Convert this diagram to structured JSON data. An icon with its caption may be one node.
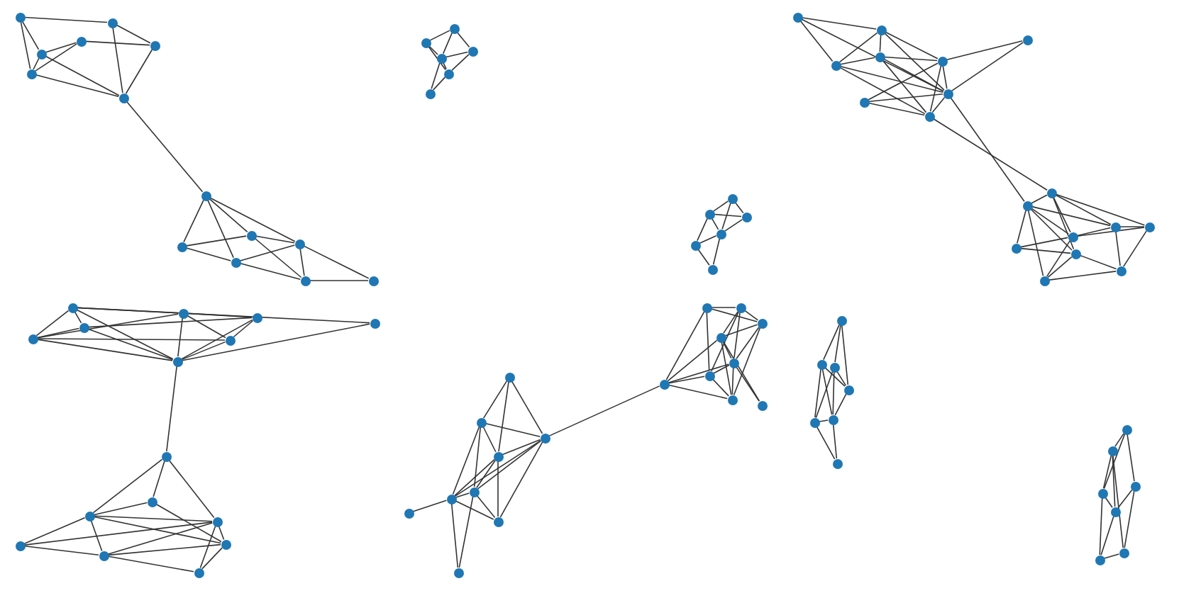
{
  "diagram": {
    "nodes": [
      {
        "text": [],
        "shape": "circle"
      },
      {
        "text": [],
        "shape": "circle"
      },
      {
        "text": [],
        "shape": "circle"
      },
      {
        "text": [],
        "shape": "circle"
      },
      {
        "text": [],
        "shape": "circle"
      },
      {
        "text": [],
        "shape": "circle"
      },
      {
        "text": [],
        "shape": "circle"
      },
      {
        "text": [],
        "shape": "circle"
      },
      {
        "text": [],
        "shape": "circle"
      },
      {
        "text": [],
        "shape": "circle"
      },
      {
        "text": [],
        "shape": "circle"
      },
      {
        "text": [],
        "shape": "circle"
      },
      {
        "text": [],
        "shape": "circle"
      },
      {
        "text": [],
        "shape": "circle"
      },
      {
        "text": [],
        "shape": "circle"
      },
      {
        "text": [],
        "shape": "circle"
      },
      {
        "text": [],
        "shape": "circle"
      },
      {
        "text": [],
        "shape": "circle"
      },
      {
        "text": [],
        "shape": "circle"
      },
      {
        "text": [],
        "shape": "circle"
      },
      {
        "text": [],
        "shape": "circle"
      },
      {
        "text": [],
        "shape": "circle"
      },
      {
        "text": [],
        "shape": "circle"
      },
      {
        "text": [],
        "shape": "circle"
      },
      {
        "text": [],
        "shape": "circle"
      },
      {
        "text": [],
        "shape": "circle"
      },
      {
        "text": [],
        "shape": "circle"
      },
      {
        "text": [],
        "shape": "circle"
      },
      {
        "text": [],
        "shape": "circle"
      },
      {
        "text": [],
        "shape": "circle"
      },
      {
        "text": [],
        "shape": "circle"
      },
      {
        "text": [],
        "shape": "circle"
      },
      {
        "text": [],
        "shape": "circle"
      },
      {
        "text": [],
        "shape": "circle"
      },
      {
        "text": [],
        "shape": "circle"
      },
      {
        "text": [],
        "shape": "circle"
      },
      {
        "text": [],
        "shape": "circle"
      },
      {
        "text": [],
        "shape": "circle"
      },
      {
        "text": [],
        "shape": "circle"
      },
      {
        "text": [],
        "shape": "circle"
      },
      {
        "text": [],
        "shape": "circle"
      },
      {
        "text": [],
        "shape": "circle"
      },
      {
        "text": [],
        "shape": "circle"
      },
      {
        "text": [],
        "shape": "circle"
      },
      {
        "text": [],
        "shape": "circle"
      },
      {
        "text": [],
        "shape": "circle"
      },
      {
        "text": [],
        "shape": "circle"
      },
      {
        "text": [],
        "shape": "circle"
      },
      {
        "text": [],
        "shape": "circle"
      },
      {
        "text": [],
        "shape": "circle"
      },
      {
        "text": [],
        "shape": "circle"
      },
      {
        "text": [],
        "shape": "circle"
      },
      {
        "text": [],
        "shape": "circle"
      },
      {
        "text": [],
        "shape": "circle"
      },
      {
        "text": [],
        "shape": "circle"
      },
      {
        "text": [],
        "shape": "circle"
      },
      {
        "text": [],
        "shape": "circle"
      },
      {
        "text": [],
        "shape": "circle"
      },
      {
        "text": [],
        "shape": "circle"
      },
      {
        "text": [],
        "shape": "circle"
      },
      {
        "text": [],
        "shape": "circle"
      },
      {
        "text": [],
        "shape": "circle"
      },
      {
        "text": [],
        "shape": "circle"
      },
      {
        "text": [],
        "shape": "circle"
      },
      {
        "text": [],
        "shape": "circle"
      },
      {
        "text": [],
        "shape": "circle"
      },
      {
        "text": [],
        "shape": "circle"
      },
      {
        "text": [],
        "shape": "circle"
      },
      {
        "text": [],
        "shape": "circle"
      },
      {
        "text": [],
        "shape": "circle"
      },
      {
        "text": [],
        "shape": "circle"
      },
      {
        "text": [],
        "shape": "circle"
      },
      {
        "text": [],
        "shape": "circle"
      },
      {
        "text": [],
        "shape": "circle"
      },
      {
        "text": [],
        "shape": "circle"
      },
      {
        "text": [],
        "shape": "circle"
      },
      {
        "text": [],
        "shape": "circle"
      },
      {
        "text": [],
        "shape": "circle"
      },
      {
        "text": [],
        "shape": "circle"
      },
      {
        "text": [],
        "shape": "circle"
      },
      {
        "text": [],
        "shape": "circle"
      },
      {
        "text": [],
        "shape": "circle"
      },
      {
        "text": [],
        "shape": "circle"
      },
      {
        "text": [],
        "shape": "circle"
      },
      {
        "text": [],
        "shape": "circle"
      },
      {
        "text": [],
        "shape": "circle"
      },
      {
        "text": [],
        "shape": "circle"
      },
      {
        "text": [],
        "shape": "circle"
      },
      {
        "text": [],
        "shape": "circle"
      },
      {
        "text": [],
        "shape": "circle"
      },
      {
        "text": [],
        "shape": "circle"
      },
      {
        "text": [],
        "shape": "circle"
      }
    ],
    "edges": [
      {
        "from": 0,
        "to": 1,
        "arrow": "none"
      },
      {
        "from": 0,
        "to": 3,
        "arrow": "none"
      },
      {
        "from": 0,
        "to": 5,
        "arrow": "none"
      },
      {
        "from": 1,
        "to": 4,
        "arrow": "none"
      },
      {
        "from": 1,
        "to": 6,
        "arrow": "none"
      },
      {
        "from": 2,
        "to": 4,
        "arrow": "none"
      },
      {
        "from": 2,
        "to": 3,
        "arrow": "none"
      },
      {
        "from": 2,
        "to": 5,
        "arrow": "none"
      },
      {
        "from": 3,
        "to": 5,
        "arrow": "none"
      },
      {
        "from": 3,
        "to": 6,
        "arrow": "none"
      },
      {
        "from": 5,
        "to": 6,
        "arrow": "none"
      },
      {
        "from": 4,
        "to": 6,
        "arrow": "none"
      },
      {
        "from": 6,
        "to": 7,
        "arrow": "none"
      },
      {
        "from": 7,
        "to": 9,
        "arrow": "none"
      },
      {
        "from": 7,
        "to": 11,
        "arrow": "none"
      },
      {
        "from": 7,
        "to": 8,
        "arrow": "none"
      },
      {
        "from": 7,
        "to": 10,
        "arrow": "none"
      },
      {
        "from": 9,
        "to": 8,
        "arrow": "none"
      },
      {
        "from": 9,
        "to": 11,
        "arrow": "none"
      },
      {
        "from": 11,
        "to": 10,
        "arrow": "none"
      },
      {
        "from": 8,
        "to": 10,
        "arrow": "none"
      },
      {
        "from": 8,
        "to": 12,
        "arrow": "none"
      },
      {
        "from": 10,
        "to": 12,
        "arrow": "none"
      },
      {
        "from": 10,
        "to": 13,
        "arrow": "none"
      },
      {
        "from": 12,
        "to": 13,
        "arrow": "none"
      },
      {
        "from": 11,
        "to": 12,
        "arrow": "none"
      },
      {
        "from": 14,
        "to": 16,
        "arrow": "none"
      },
      {
        "from": 14,
        "to": 18,
        "arrow": "none"
      },
      {
        "from": 14,
        "to": 15,
        "arrow": "none"
      },
      {
        "from": 14,
        "to": 20,
        "arrow": "none"
      },
      {
        "from": 14,
        "to": 21,
        "arrow": "none"
      },
      {
        "from": 15,
        "to": 17,
        "arrow": "none"
      },
      {
        "from": 15,
        "to": 21,
        "arrow": "none"
      },
      {
        "from": 15,
        "to": 18,
        "arrow": "none"
      },
      {
        "from": 15,
        "to": 19,
        "arrow": "none"
      },
      {
        "from": 16,
        "to": 17,
        "arrow": "none"
      },
      {
        "from": 16,
        "to": 21,
        "arrow": "none"
      },
      {
        "from": 18,
        "to": 19,
        "arrow": "none"
      },
      {
        "from": 18,
        "to": 21,
        "arrow": "none"
      },
      {
        "from": 17,
        "to": 19,
        "arrow": "none"
      },
      {
        "from": 17,
        "to": 21,
        "arrow": "none"
      },
      {
        "from": 19,
        "to": 21,
        "arrow": "none"
      },
      {
        "from": 21,
        "to": 20,
        "arrow": "none"
      },
      {
        "from": 18,
        "to": 16,
        "arrow": "none"
      },
      {
        "from": 21,
        "to": 22,
        "arrow": "none"
      },
      {
        "from": 22,
        "to": 24,
        "arrow": "none"
      },
      {
        "from": 22,
        "to": 23,
        "arrow": "none"
      },
      {
        "from": 22,
        "to": 25,
        "arrow": "none"
      },
      {
        "from": 23,
        "to": 24,
        "arrow": "none"
      },
      {
        "from": 23,
        "to": 27,
        "arrow": "none"
      },
      {
        "from": 24,
        "to": 25,
        "arrow": "none"
      },
      {
        "from": 24,
        "to": 27,
        "arrow": "none"
      },
      {
        "from": 24,
        "to": 26,
        "arrow": "none"
      },
      {
        "from": 24,
        "to": 28,
        "arrow": "none"
      },
      {
        "from": 26,
        "to": 25,
        "arrow": "none"
      },
      {
        "from": 26,
        "to": 28,
        "arrow": "none"
      },
      {
        "from": 28,
        "to": 25,
        "arrow": "none"
      },
      {
        "from": 28,
        "to": 27,
        "arrow": "none"
      },
      {
        "from": 28,
        "to": 29,
        "arrow": "none"
      },
      {
        "from": 25,
        "to": 29,
        "arrow": "none"
      },
      {
        "from": 27,
        "to": 29,
        "arrow": "none"
      },
      {
        "from": 25,
        "to": 27,
        "arrow": "none"
      },
      {
        "from": 30,
        "to": 31,
        "arrow": "none"
      },
      {
        "from": 30,
        "to": 32,
        "arrow": "none"
      },
      {
        "from": 30,
        "to": 33,
        "arrow": "none"
      },
      {
        "from": 31,
        "to": 32,
        "arrow": "none"
      },
      {
        "from": 31,
        "to": 34,
        "arrow": "none"
      },
      {
        "from": 32,
        "to": 33,
        "arrow": "none"
      },
      {
        "from": 32,
        "to": 34,
        "arrow": "none"
      },
      {
        "from": 33,
        "to": 34,
        "arrow": "none"
      },
      {
        "from": 32,
        "to": 35,
        "arrow": "none"
      },
      {
        "from": 34,
        "to": 35,
        "arrow": "none"
      },
      {
        "from": 36,
        "to": 37,
        "arrow": "none"
      },
      {
        "from": 36,
        "to": 38,
        "arrow": "none"
      },
      {
        "from": 36,
        "to": 39,
        "arrow": "none"
      },
      {
        "from": 37,
        "to": 38,
        "arrow": "none"
      },
      {
        "from": 37,
        "to": 39,
        "arrow": "none"
      },
      {
        "from": 37,
        "to": 40,
        "arrow": "none"
      },
      {
        "from": 38,
        "to": 39,
        "arrow": "none"
      },
      {
        "from": 39,
        "to": 40,
        "arrow": "none"
      },
      {
        "from": 39,
        "to": 41,
        "arrow": "none"
      },
      {
        "from": 40,
        "to": 41,
        "arrow": "none"
      },
      {
        "from": 42,
        "to": 43,
        "arrow": "none"
      },
      {
        "from": 42,
        "to": 45,
        "arrow": "none"
      },
      {
        "from": 42,
        "to": 44,
        "arrow": "none"
      },
      {
        "from": 43,
        "to": 45,
        "arrow": "none"
      },
      {
        "from": 43,
        "to": 44,
        "arrow": "none"
      },
      {
        "from": 43,
        "to": 47,
        "arrow": "none"
      },
      {
        "from": 43,
        "to": 46,
        "arrow": "none"
      },
      {
        "from": 44,
        "to": 45,
        "arrow": "none"
      },
      {
        "from": 44,
        "to": 47,
        "arrow": "none"
      },
      {
        "from": 44,
        "to": 49,
        "arrow": "none"
      },
      {
        "from": 45,
        "to": 47,
        "arrow": "none"
      },
      {
        "from": 45,
        "to": 46,
        "arrow": "none"
      },
      {
        "from": 45,
        "to": 49,
        "arrow": "none"
      },
      {
        "from": 46,
        "to": 47,
        "arrow": "none"
      },
      {
        "from": 46,
        "to": 49,
        "arrow": "none"
      },
      {
        "from": 46,
        "to": 50,
        "arrow": "none"
      },
      {
        "from": 47,
        "to": 48,
        "arrow": "none"
      },
      {
        "from": 47,
        "to": 49,
        "arrow": "none"
      },
      {
        "from": 47,
        "to": 50,
        "arrow": "none"
      },
      {
        "from": 44,
        "to": 46,
        "arrow": "none"
      },
      {
        "from": 45,
        "to": 56,
        "arrow": "none"
      },
      {
        "from": 51,
        "to": 52,
        "arrow": "none"
      },
      {
        "from": 51,
        "to": 56,
        "arrow": "none"
      },
      {
        "from": 51,
        "to": 57,
        "arrow": "none"
      },
      {
        "from": 52,
        "to": 53,
        "arrow": "none"
      },
      {
        "from": 52,
        "to": 54,
        "arrow": "none"
      },
      {
        "from": 52,
        "to": 55,
        "arrow": "none"
      },
      {
        "from": 52,
        "to": 57,
        "arrow": "none"
      },
      {
        "from": 51,
        "to": 53,
        "arrow": "none"
      },
      {
        "from": 53,
        "to": 54,
        "arrow": "none"
      },
      {
        "from": 53,
        "to": 55,
        "arrow": "none"
      },
      {
        "from": 53,
        "to": 58,
        "arrow": "none"
      },
      {
        "from": 54,
        "to": 55,
        "arrow": "none"
      },
      {
        "from": 54,
        "to": 56,
        "arrow": "none"
      },
      {
        "from": 54,
        "to": 58,
        "arrow": "none"
      },
      {
        "from": 54,
        "to": 59,
        "arrow": "none"
      },
      {
        "from": 55,
        "to": 56,
        "arrow": "none"
      },
      {
        "from": 55,
        "to": 57,
        "arrow": "none"
      },
      {
        "from": 55,
        "to": 58,
        "arrow": "none"
      },
      {
        "from": 55,
        "to": 59,
        "arrow": "none"
      },
      {
        "from": 56,
        "to": 57,
        "arrow": "none"
      },
      {
        "from": 56,
        "to": 58,
        "arrow": "none"
      },
      {
        "from": 57,
        "to": 58,
        "arrow": "none"
      },
      {
        "from": 60,
        "to": 61,
        "arrow": "none"
      },
      {
        "from": 60,
        "to": 63,
        "arrow": "none"
      },
      {
        "from": 60,
        "to": 67,
        "arrow": "none"
      },
      {
        "from": 61,
        "to": 63,
        "arrow": "none"
      },
      {
        "from": 61,
        "to": 62,
        "arrow": "none"
      },
      {
        "from": 61,
        "to": 64,
        "arrow": "none"
      },
      {
        "from": 61,
        "to": 67,
        "arrow": "none"
      },
      {
        "from": 62,
        "to": 63,
        "arrow": "none"
      },
      {
        "from": 62,
        "to": 64,
        "arrow": "none"
      },
      {
        "from": 62,
        "to": 67,
        "arrow": "none"
      },
      {
        "from": 62,
        "to": 68,
        "arrow": "none"
      },
      {
        "from": 63,
        "to": 68,
        "arrow": "none"
      },
      {
        "from": 63,
        "to": 67,
        "arrow": "none"
      },
      {
        "from": 64,
        "to": 65,
        "arrow": "none"
      },
      {
        "from": 64,
        "to": 66,
        "arrow": "none"
      },
      {
        "from": 64,
        "to": 67,
        "arrow": "none"
      },
      {
        "from": 64,
        "to": 68,
        "arrow": "none"
      },
      {
        "from": 65,
        "to": 67,
        "arrow": "none"
      },
      {
        "from": 66,
        "to": 67,
        "arrow": "none"
      },
      {
        "from": 66,
        "to": 68,
        "arrow": "none"
      },
      {
        "from": 67,
        "to": 68,
        "arrow": "none"
      },
      {
        "from": 67,
        "to": 70,
        "arrow": "none"
      },
      {
        "from": 68,
        "to": 69,
        "arrow": "none"
      },
      {
        "from": 69,
        "to": 70,
        "arrow": "none"
      },
      {
        "from": 69,
        "to": 71,
        "arrow": "none"
      },
      {
        "from": 69,
        "to": 72,
        "arrow": "none"
      },
      {
        "from": 69,
        "to": 73,
        "arrow": "none"
      },
      {
        "from": 69,
        "to": 75,
        "arrow": "none"
      },
      {
        "from": 70,
        "to": 74,
        "arrow": "none"
      },
      {
        "from": 70,
        "to": 73,
        "arrow": "none"
      },
      {
        "from": 70,
        "to": 71,
        "arrow": "none"
      },
      {
        "from": 70,
        "to": 77,
        "arrow": "none"
      },
      {
        "from": 70,
        "to": 75,
        "arrow": "none"
      },
      {
        "from": 71,
        "to": 72,
        "arrow": "none"
      },
      {
        "from": 71,
        "to": 73,
        "arrow": "none"
      },
      {
        "from": 71,
        "to": 76,
        "arrow": "none"
      },
      {
        "from": 72,
        "to": 76,
        "arrow": "none"
      },
      {
        "from": 73,
        "to": 74,
        "arrow": "none"
      },
      {
        "from": 73,
        "to": 77,
        "arrow": "none"
      },
      {
        "from": 74,
        "to": 75,
        "arrow": "none"
      },
      {
        "from": 75,
        "to": 76,
        "arrow": "none"
      },
      {
        "from": 77,
        "to": 76,
        "arrow": "none"
      },
      {
        "from": 75,
        "to": 77,
        "arrow": "none"
      },
      {
        "from": 72,
        "to": 73,
        "arrow": "none"
      },
      {
        "from": 78,
        "to": 79,
        "arrow": "none"
      },
      {
        "from": 78,
        "to": 80,
        "arrow": "none"
      },
      {
        "from": 78,
        "to": 81,
        "arrow": "none"
      },
      {
        "from": 79,
        "to": 81,
        "arrow": "none"
      },
      {
        "from": 79,
        "to": 82,
        "arrow": "none"
      },
      {
        "from": 79,
        "to": 83,
        "arrow": "none"
      },
      {
        "from": 80,
        "to": 83,
        "arrow": "none"
      },
      {
        "from": 80,
        "to": 82,
        "arrow": "none"
      },
      {
        "from": 80,
        "to": 81,
        "arrow": "none"
      },
      {
        "from": 81,
        "to": 83,
        "arrow": "none"
      },
      {
        "from": 82,
        "to": 83,
        "arrow": "none"
      },
      {
        "from": 82,
        "to": 84,
        "arrow": "none"
      },
      {
        "from": 83,
        "to": 84,
        "arrow": "none"
      },
      {
        "from": 85,
        "to": 86,
        "arrow": "none"
      },
      {
        "from": 85,
        "to": 87,
        "arrow": "none"
      },
      {
        "from": 85,
        "to": 88,
        "arrow": "none"
      },
      {
        "from": 86,
        "to": 87,
        "arrow": "none"
      },
      {
        "from": 86,
        "to": 89,
        "arrow": "none"
      },
      {
        "from": 86,
        "to": 91,
        "arrow": "none"
      },
      {
        "from": 87,
        "to": 89,
        "arrow": "none"
      },
      {
        "from": 87,
        "to": 90,
        "arrow": "none"
      },
      {
        "from": 88,
        "to": 89,
        "arrow": "none"
      },
      {
        "from": 88,
        "to": 91,
        "arrow": "none"
      },
      {
        "from": 89,
        "to": 90,
        "arrow": "none"
      },
      {
        "from": 90,
        "to": 91,
        "arrow": "none"
      }
    ]
  }
}
